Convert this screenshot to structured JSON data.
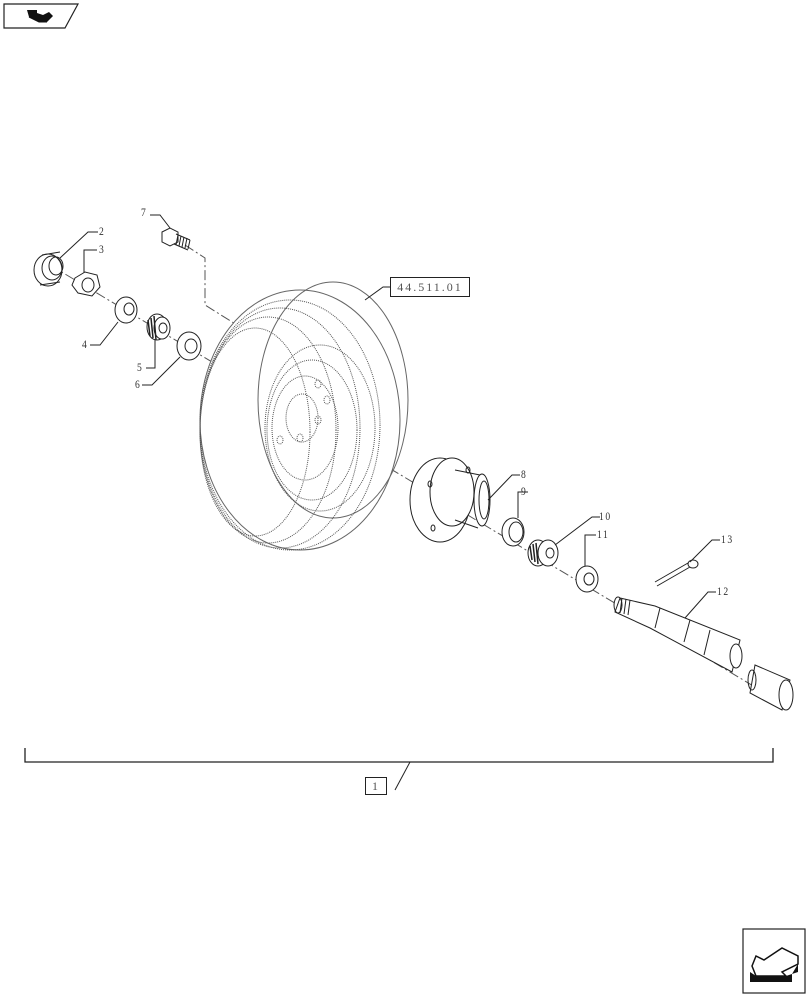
{
  "diagram": {
    "type": "exploded-parts-view",
    "subject": "Wheel hub assembly",
    "navigation": {
      "prev_icon": "back-arrow-icon",
      "next_icon": "forward-arrow-icon"
    },
    "reference_box": {
      "label": "44.511.01"
    },
    "assembly_box": {
      "label": "1"
    },
    "callouts": [
      {
        "id": "2",
        "label": "2"
      },
      {
        "id": "3",
        "label": "3"
      },
      {
        "id": "4",
        "label": "4"
      },
      {
        "id": "5",
        "label": "5"
      },
      {
        "id": "6",
        "label": "6"
      },
      {
        "id": "7",
        "label": "7"
      },
      {
        "id": "8",
        "label": "8"
      },
      {
        "id": "9",
        "label": "9"
      },
      {
        "id": "10",
        "label": "10"
      },
      {
        "id": "11",
        "label": "11"
      },
      {
        "id": "12",
        "label": "12"
      },
      {
        "id": "13",
        "label": "13"
      }
    ],
    "parts": [
      {
        "callout": "2",
        "name": "dust-cap"
      },
      {
        "callout": "3",
        "name": "hex-nut"
      },
      {
        "callout": "4",
        "name": "washer"
      },
      {
        "callout": "5",
        "name": "outer-bearing-cone"
      },
      {
        "callout": "6",
        "name": "outer-bearing-cup"
      },
      {
        "callout": "7",
        "name": "wheel-bolt"
      },
      {
        "callout": "8",
        "name": "wheel-hub"
      },
      {
        "callout": "9",
        "name": "inner-bearing-cup"
      },
      {
        "callout": "10",
        "name": "inner-bearing-cone"
      },
      {
        "callout": "11",
        "name": "seal"
      },
      {
        "callout": "12",
        "name": "spindle"
      },
      {
        "callout": "13",
        "name": "cotter-pin"
      },
      {
        "callout": "44.511.01",
        "name": "wheel-and-tire"
      }
    ],
    "colors": {
      "line": "#222222",
      "fill": "#ffffff",
      "text": "#444444"
    }
  }
}
